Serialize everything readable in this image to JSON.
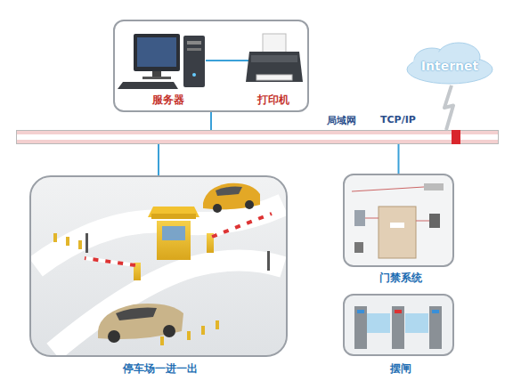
{
  "diagram": {
    "nodes": [
      {
        "text": [
          "服务器",
          "打印机"
        ]
      },
      {
        "text": [
          "Internet"
        ]
      },
      {
        "text": [
          "局域网",
          "TCP/IP"
        ]
      },
      {
        "text": [
          "停车场一进一出"
        ]
      },
      {
        "text": [
          "门禁系统"
        ]
      },
      {
        "text": [
          "摆闸"
        ]
      }
    ],
    "edges": [
      {
        "from": 0,
        "to": 2,
        "arrow": "none"
      },
      {
        "from": 1,
        "to": 2,
        "arrow": "none"
      },
      {
        "from": 3,
        "to": 2,
        "arrow": "none"
      },
      {
        "from": 4,
        "to": 2,
        "arrow": "none"
      }
    ]
  }
}
